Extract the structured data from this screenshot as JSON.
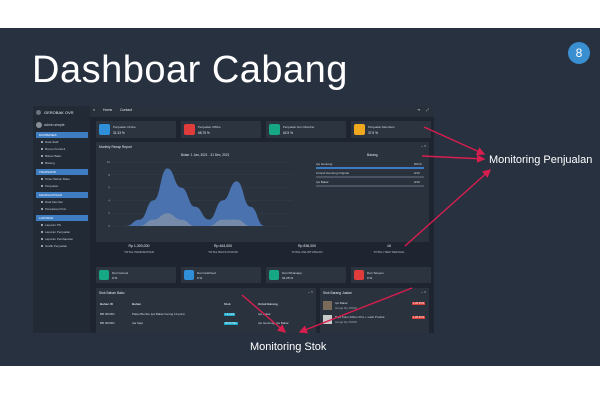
{
  "slide": {
    "title": "Dashboar Cabang",
    "number": "8",
    "note_sales": "Monitoring Penjualan",
    "note_stock": "Monitoring Stok"
  },
  "dashboard": {
    "brand": "GEROBAK OVR",
    "user": "admin simple",
    "topnav": [
      "Home",
      "Contact"
    ],
    "sidebar": [
      {
        "head": "DATABASES",
        "items": [
          "Data Staff",
          "Bonus Pembeli",
          "Bahan Baku",
          "Barang"
        ]
      },
      {
        "head": "TRANSAKSI",
        "items": [
          "Order Bahan Baku",
          "Penjualan"
        ]
      },
      {
        "head": "KEANGGOTAAN",
        "items": [
          "Data Member",
          "Penukaran Poin"
        ]
      },
      {
        "head": "LAPORAN",
        "items": [
          "Laporan PS",
          "Laporan Penjualan",
          "Laporan Pendapatan",
          "Grafik Penjualan"
        ]
      }
    ],
    "stats": [
      {
        "label": "Penjualan Online",
        "value": "31.33 %",
        "color": "#2f8fd8"
      },
      {
        "label": "Penjualan Offline",
        "value": "68.75 %",
        "color": "#e03c3c"
      },
      {
        "label": "Penjualan Non Member",
        "value": "62.5 %",
        "color": "#16a884"
      },
      {
        "label": "Penjualan Members",
        "value": "37.5 %",
        "color": "#f0a81f"
      }
    ],
    "recap": {
      "title": "Monthly Recap Report",
      "period": "Bulan: 1 Jan, 2021 - 31 Dec, 2021",
      "barang_title": "Barang",
      "barang": [
        {
          "name": "Ips Gentong",
          "value": "60/10"
        },
        {
          "name": "Cimpol Gentong Original",
          "value": "0/10"
        },
        {
          "name": "Ips Bakar",
          "value": "0/10"
        }
      ]
    },
    "totals": [
      {
        "value": "Rp 1,300,000",
        "label": "TOTAL PENDAPATAN"
      },
      {
        "value": "Rp 464,000",
        "label": "TOTAL BIAYA POKOK"
      },
      {
        "value": "Rp 836,000",
        "label": "TOTAL KEUNTUNGAN"
      },
      {
        "value": "16",
        "label": "TOTAL ITEM TERJUAL"
      }
    ],
    "channels": [
      {
        "label": "Dari Gofood",
        "value": "0 %",
        "color": "#16a884"
      },
      {
        "label": "Dari Grabfood",
        "value": "0 %",
        "color": "#2f8fd8"
      },
      {
        "label": "Dari Whatsapp",
        "value": "31.25 %",
        "color": "#16a884"
      },
      {
        "label": "Dari Telepon",
        "value": "0 %",
        "color": "#e03c3c"
      }
    ],
    "stock": {
      "title": "Stok Bahan Baku",
      "headers": [
        "Bahan ID",
        "Bahan",
        "Stok",
        "Untuk Barang"
      ],
      "rows": [
        {
          "id": "BB 000001",
          "name": "Paket Bumbu Ipa Bakar Kering 10 porsi",
          "stok": "14 porsi",
          "untuk": "Ips Bakar"
        },
        {
          "id": "BB 000001",
          "name": "Ipa Sapi",
          "stok": "35.50 Kilo",
          "untuk": "Ips Gentong, Ips Bakar"
        }
      ]
    },
    "sold": {
      "title": "Stok Barang Jualan",
      "items": [
        {
          "name": "Ips Bakar",
          "price": "Harga Rp 25000",
          "badge": "1.26 PCS"
        },
        {
          "name": "Baju Kolor Kilimo Prot + Latin Produk",
          "price": "Harga Rp 50000",
          "badge": "1.26 PCS"
        }
      ]
    }
  },
  "chart_data": {
    "type": "area",
    "title": "Monthly Recap Report",
    "subtitle": "Bulan: 1 Jan, 2021 - 31 Dec, 2021",
    "series": [
      {
        "values": [
          0,
          0,
          1,
          4,
          9,
          6,
          3,
          1,
          4,
          7,
          3,
          0,
          0,
          0
        ],
        "color": "#4f7ec2"
      },
      {
        "values": [
          0,
          0,
          0,
          1,
          2,
          1,
          0,
          0,
          1,
          1,
          0,
          0,
          0,
          0
        ],
        "color": "#8a96a6"
      }
    ],
    "ylim": [
      0,
      10
    ],
    "y_ticks": [
      "10",
      "8",
      "6",
      "4",
      "2",
      "0"
    ]
  }
}
